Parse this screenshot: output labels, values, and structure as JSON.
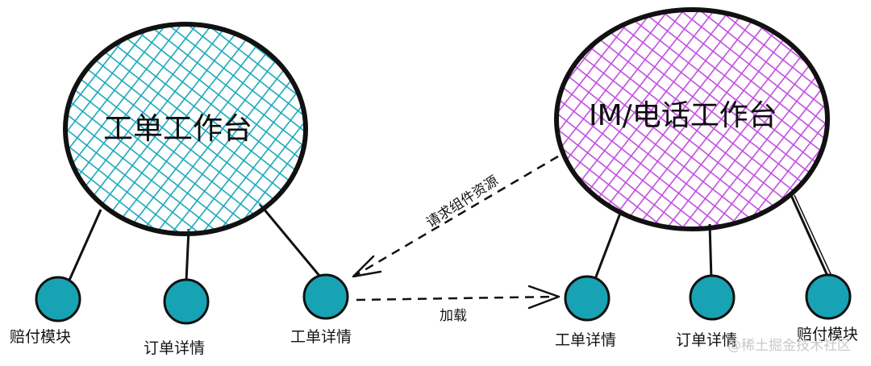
{
  "hubs": {
    "left": {
      "label": "工单工作台",
      "fill_color": "#19a9bd"
    },
    "right": {
      "label": "IM/电话工作台",
      "fill_color": "#c24ee0"
    }
  },
  "nodes": {
    "left": [
      "赔付模块",
      "订单详情",
      "工单详情"
    ],
    "right": [
      "工单详情",
      "订单详情",
      "赔付模块"
    ],
    "fill_color": "#17a3b3"
  },
  "edges": {
    "request_label": "请求组件资源",
    "load_label": "加载"
  },
  "watermark": "@稀土掘金技术社区",
  "colors": {
    "outline": "#111111",
    "background": "#ffffff",
    "watermark": "#c9c9c9"
  }
}
